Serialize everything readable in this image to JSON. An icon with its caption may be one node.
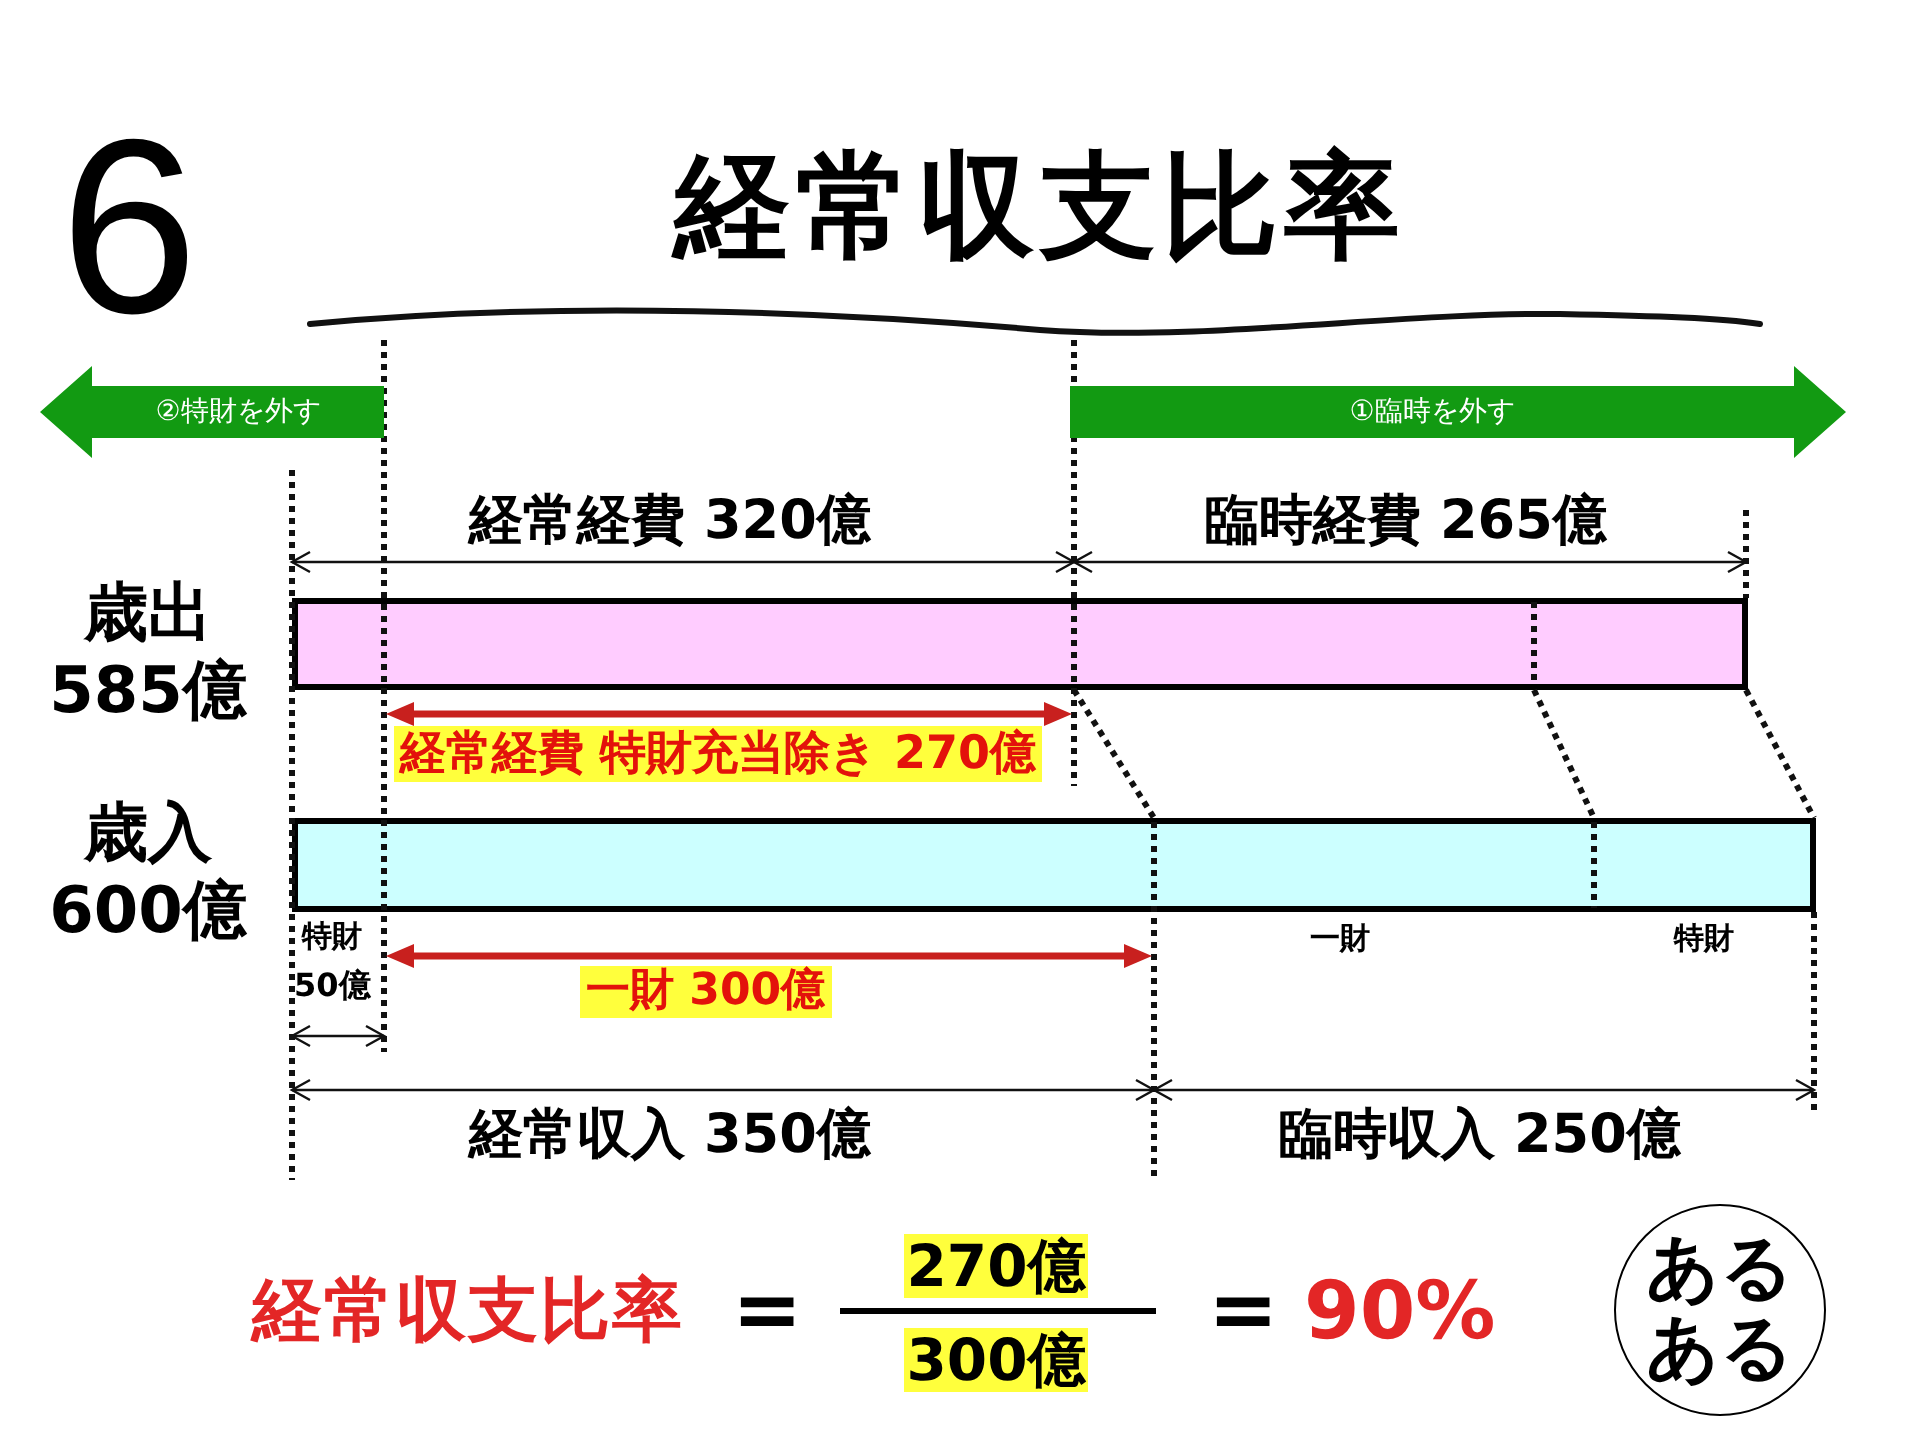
{
  "diagram": {
    "title": "経常収支比率",
    "nodes": [
      {
        "text": [
          "②特財を外す"
        ]
      },
      {
        "text": [
          "①臨時を外す"
        ]
      },
      {
        "text": [],
        "shape": "bar",
        "beside": [
          "歳出",
          "585億"
        ]
      },
      {
        "text": [],
        "shape": "bar",
        "beside": [
          "歳入",
          "600億",
          "特財",
          "50億",
          "一財",
          "特財"
        ]
      },
      {
        "text": [
          "あるある"
        ]
      }
    ],
    "edges": [
      {
        "from": 2,
        "to": 3,
        "arrow": "none",
        "style": "dashed"
      },
      {
        "from": 2,
        "to": 3,
        "arrow": "none",
        "style": "dashed"
      },
      {
        "from": 2,
        "to": 3,
        "arrow": "none",
        "style": "dashed"
      }
    ],
    "labels": [
      "6",
      "経常経費 320億",
      "臨時経費 265億",
      "経常経費 特財充当除き 270億",
      "一財 300億",
      "経常収入 350億",
      "臨時収入 250億",
      "経常収支比率",
      "=",
      "270億",
      "300億",
      "=",
      "90%"
    ]
  }
}
